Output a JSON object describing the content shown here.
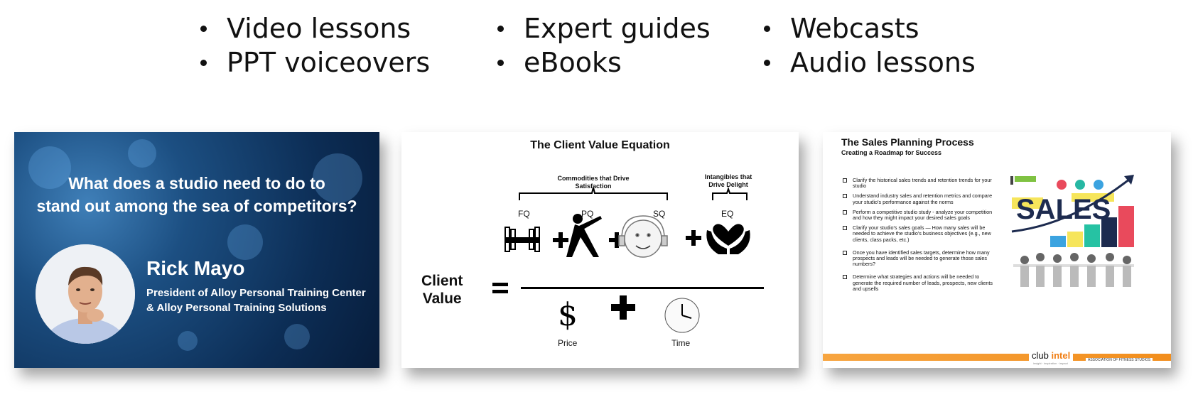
{
  "bullets": {
    "col1": [
      "Video lessons",
      "PPT voiceovers"
    ],
    "col2": [
      "Expert guides",
      "eBooks"
    ],
    "col3": [
      "Webcasts",
      "Audio lessons"
    ]
  },
  "slide1": {
    "question_line1": "What does a studio need to do to",
    "question_line2": "stand out among the sea of competitors?",
    "name": "Rick Mayo",
    "title_line1": "President of Alloy Personal Training Center",
    "title_line2": "& Alloy Personal Training Solutions"
  },
  "slide2": {
    "title": "The Client Value Equation",
    "commodities": "Commodities that Drive Satisfaction",
    "intangibles": "Intangibles that Drive Delight",
    "fq": "FQ",
    "pq": "PQ",
    "sq": "SQ",
    "eq": "EQ",
    "client": "Client",
    "value": "Value",
    "price": "Price",
    "time": "Time"
  },
  "slide3": {
    "title": "The Sales Planning Process",
    "subtitle": "Creating a Roadmap for Success",
    "items": [
      "Clarify the historical sales trends and retention trends for your studio",
      "Understand industry sales and retention metrics and compare your studio's performance against the norms",
      "Perform a competitive studio study - analyze your competition and how they might impact your desired sales goals",
      "Clarify your studio's sales goals — How many sales will be needed to achieve the studio's business objectives (e.g., new clients, class packs, etc.)",
      "Once you have identified sales targets, determine how many prospects and leads will be needed to generate those sales numbers?",
      "Determine what strategies and actions will be needed to generate the required number of leads, prospects, new clients and upsells"
    ],
    "sales_word": "SALES",
    "logo1_a": "club",
    "logo1_b": "intel",
    "logo1_sub": "insight · inspiration · impact",
    "logo2": "ASSOCIATION OF FITNESS STUDIOS"
  }
}
